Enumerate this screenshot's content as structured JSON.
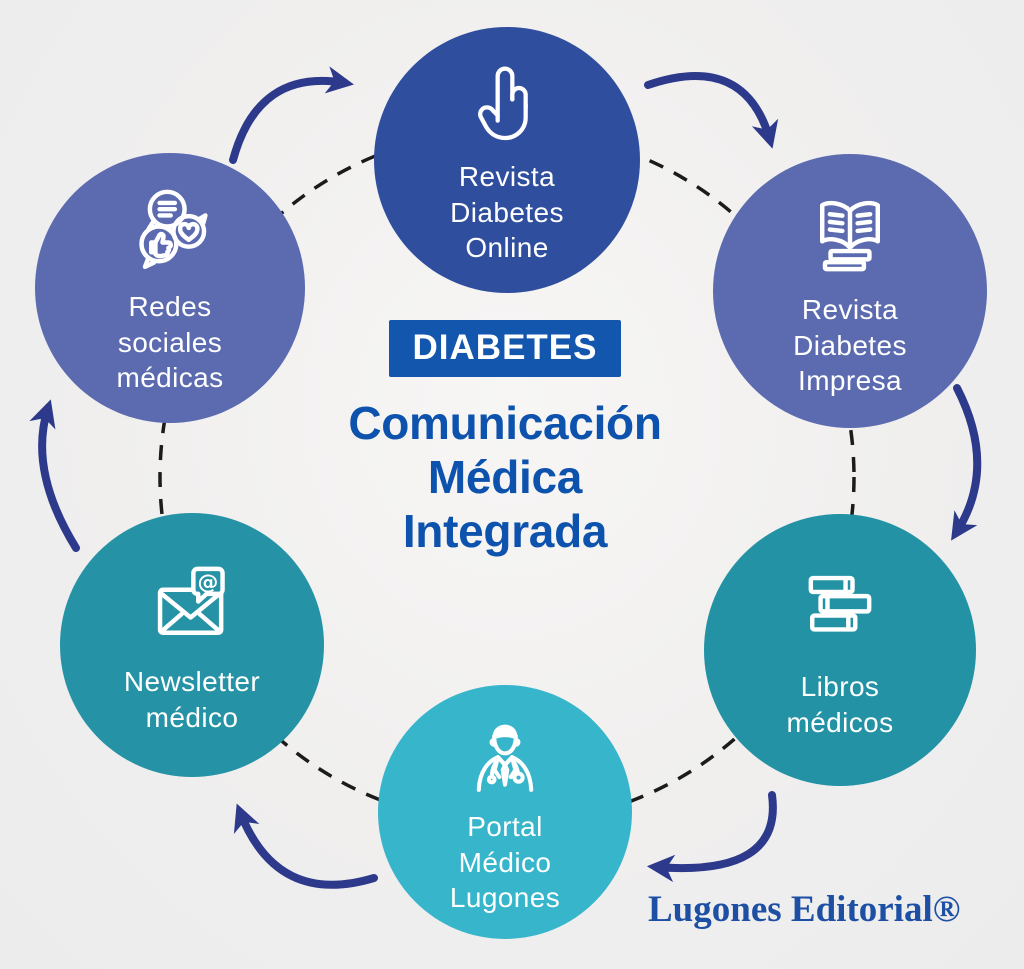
{
  "diagram": {
    "logo": "DIABETES",
    "heading": "Comunicación\nMédica\nIntegrada",
    "brand": "Lugones Editorial®",
    "colors": {
      "ring": "#1b1b1b",
      "arrow": "#2d3a8c",
      "heading_text": "#0d52ac",
      "logo_bg": "#1356ae",
      "brand_text": "#1d4fa4",
      "node_text": "#ffffff"
    },
    "nodes": [
      {
        "id": "revista-diabetes-online",
        "label": "Revista\nDiabetes\nOnline",
        "icon": "hand-click-icon",
        "color": "#2f4f9e"
      },
      {
        "id": "revista-diabetes-impresa",
        "label": "Revista\nDiabetes\nImpresa",
        "icon": "open-book-icon",
        "color": "#5c6bb0"
      },
      {
        "id": "libros-medicos",
        "label": "Libros\nmédicos",
        "icon": "book-stack-icon",
        "color": "#2292a4"
      },
      {
        "id": "portal-medico-lugones",
        "label": "Portal\nMédico\nLugones",
        "icon": "doctor-icon",
        "color": "#36b5cb"
      },
      {
        "id": "newsletter-medico",
        "label": "Newsletter\nmédico",
        "icon": "envelope-at-icon",
        "color": "#2593a5"
      },
      {
        "id": "redes-sociales-medicas",
        "label": "Redes\nsociales\nmédicas",
        "icon": "social-bubbles-icon",
        "color": "#5c6bb0"
      }
    ]
  }
}
